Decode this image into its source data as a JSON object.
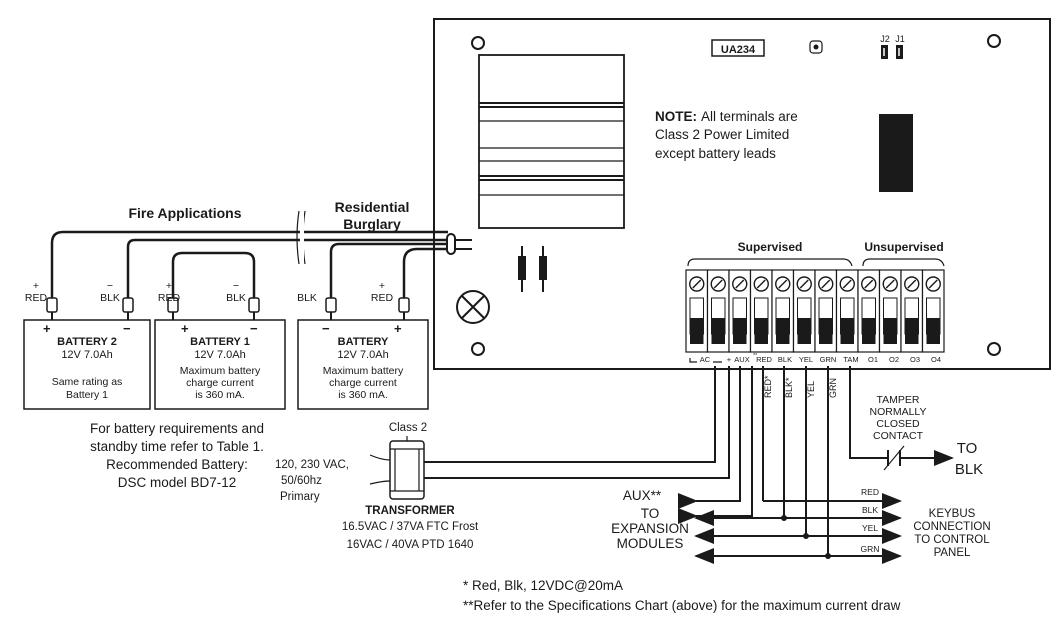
{
  "board": {
    "model": "UA234",
    "jumper_labels": [
      "J2",
      "J1"
    ],
    "note_bold": "NOTE:",
    "note_lines": [
      "All terminals are",
      "Class 2 Power Limited",
      "except battery leads"
    ],
    "supervised_label": "Supervised",
    "unsupervised_label": "Unsupervised",
    "terminal_labels": [
      "AC",
      "AUX",
      "RED",
      "BLK",
      "YEL",
      "GRN",
      "TAM",
      "O1",
      "O2",
      "O3",
      "O4"
    ],
    "aux_sup": "**"
  },
  "wiring": {
    "fire_applications": "Fire Applications",
    "residential": "Residential",
    "burglary": "Burglary",
    "red": "RED",
    "blk": "BLK",
    "plus": "+",
    "minus": "−"
  },
  "batteries": [
    {
      "title": "BATTERY 2",
      "spec": "12V  7.0Ah",
      "lines": [
        "Same rating as",
        "Battery 1"
      ]
    },
    {
      "title": "BATTERY 1",
      "spec": "12V  7.0Ah",
      "lines": [
        "Maximum battery",
        "charge current",
        "is 360 mA."
      ]
    },
    {
      "title": "BATTERY",
      "spec": "12V  7.0Ah",
      "lines": [
        "Maximum battery",
        "charge current",
        "is 360 mA."
      ]
    }
  ],
  "battery_note": [
    "For battery requirements and",
    "standby time refer to Table 1.",
    "Recommended Battery:",
    "DSC model BD7-12"
  ],
  "transformer": {
    "class_label": "Class 2",
    "primary": [
      "120, 230 VAC,",
      "50/60hz",
      "Primary"
    ],
    "title": "TRANSFORMER",
    "spec1": "16.5VAC / 37VA FTC Frost",
    "spec2": "16VAC / 40VA PTD 1640"
  },
  "outputs": {
    "vertical_labels": [
      "RED*",
      "BLK*",
      "YEL",
      "GRN"
    ],
    "tamper": [
      "TAMPER",
      "NORMALLY",
      "CLOSED",
      "CONTACT"
    ],
    "to_blk": [
      "TO",
      "BLK"
    ],
    "aux_label": "AUX**",
    "expansion": [
      "TO",
      "EXPANSION",
      "MODULES"
    ],
    "bus_labels": [
      "RED",
      "BLK",
      "YEL",
      "GRN"
    ],
    "keybus": [
      "KEYBUS",
      "CONNECTION",
      "TO CONTROL",
      "PANEL"
    ]
  },
  "footnotes": [
    "* Red, Blk, 12VDC@20mA",
    "**Refer to the Specifications Chart (above) for the maximum current draw"
  ]
}
